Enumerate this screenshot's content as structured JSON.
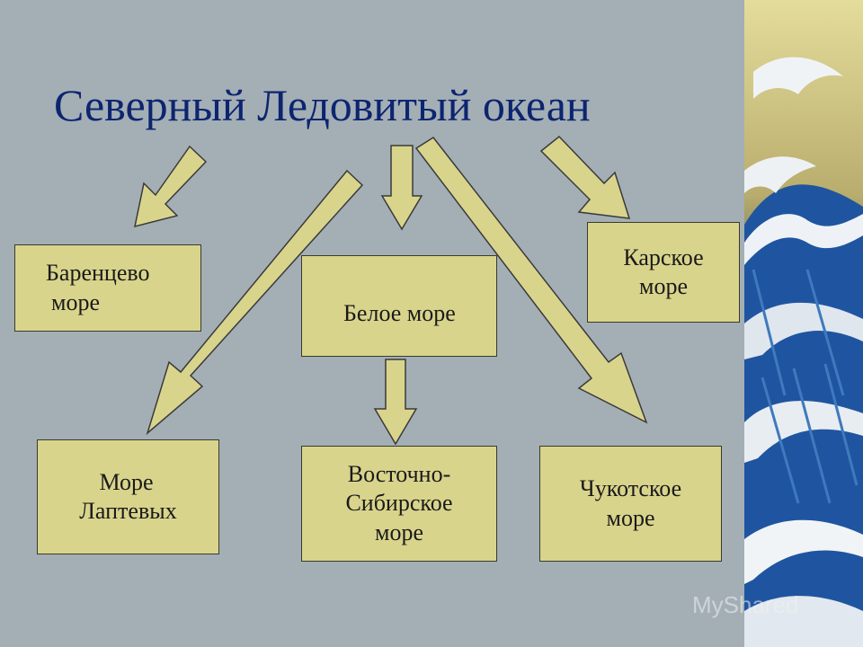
{
  "title": "Северный Ледовитый океан",
  "nodes": {
    "barents": [
      "Баренцево",
      "море"
    ],
    "kara": [
      "Карское",
      "море"
    ],
    "white": [
      "Белое море"
    ],
    "laptev": [
      "Море",
      "Лаптевых"
    ],
    "east_siberian": [
      "Восточно-",
      "Сибирское",
      "море"
    ],
    "chukchi": [
      "Чукотское",
      "море"
    ]
  },
  "edges": [
    {
      "from": "title",
      "to": "barents"
    },
    {
      "from": "title",
      "to": "laptev"
    },
    {
      "from": "title",
      "to": "white"
    },
    {
      "from": "title",
      "to": "chukchi"
    },
    {
      "from": "title",
      "to": "kara"
    },
    {
      "from": "white",
      "to": "east_siberian"
    }
  ],
  "watermark": "MyShared",
  "colors": {
    "background": "#a3afb5",
    "title": "#0d2470",
    "box_fill": "#d9d48c",
    "arrow_fill": "#d9d48c"
  }
}
